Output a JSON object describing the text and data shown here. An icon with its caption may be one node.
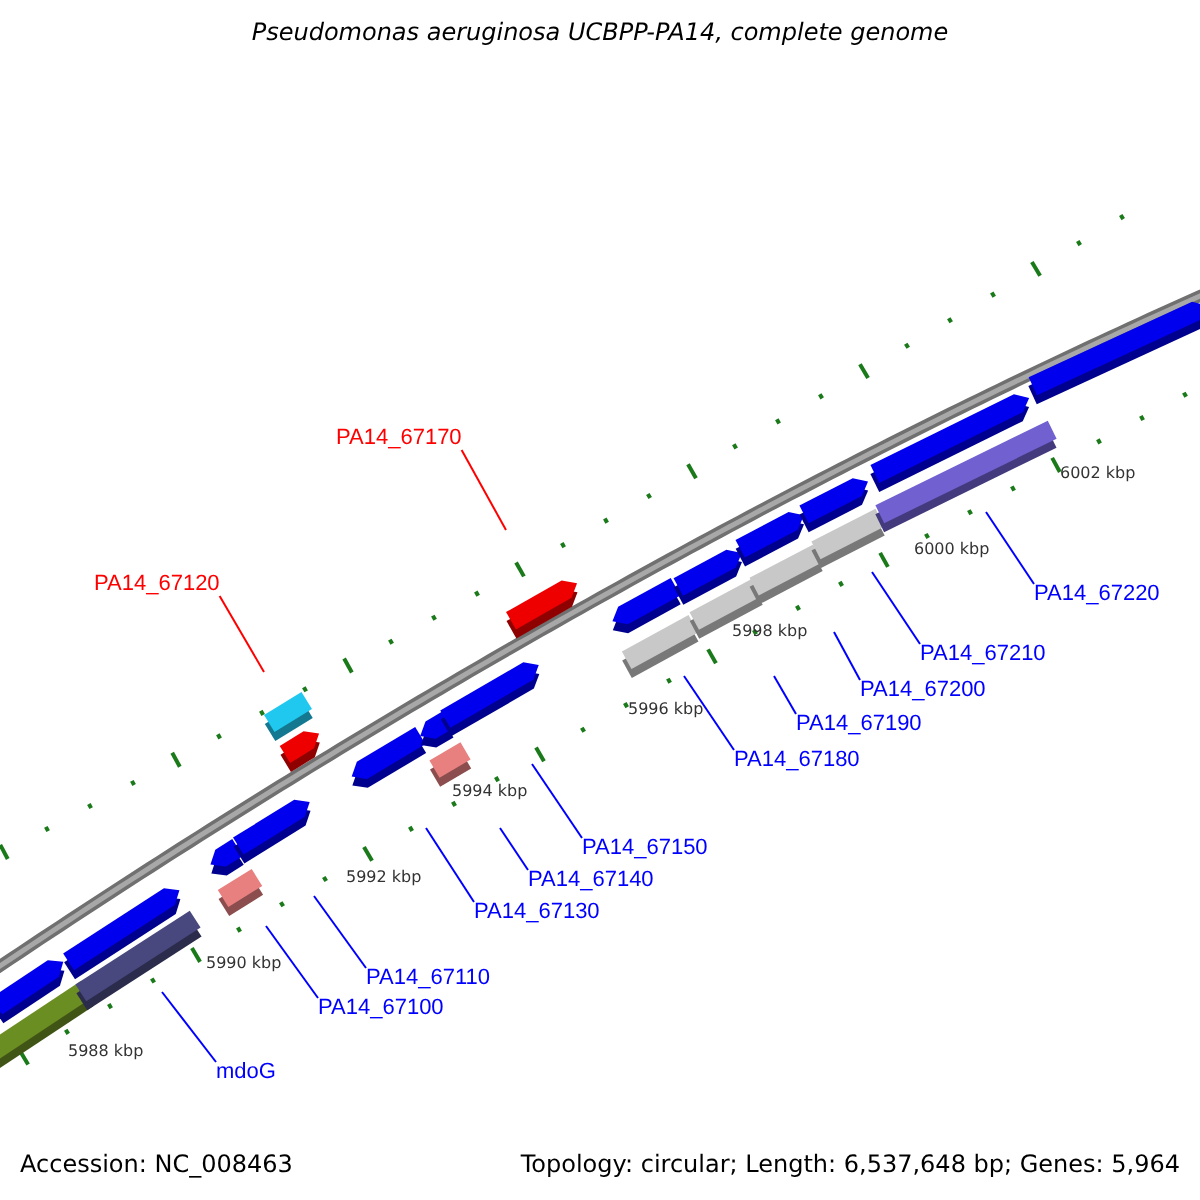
{
  "diagram": {
    "title": "Pseudomonas aeruginosa UCBPP-PA14, complete genome",
    "nodes": [
      {
        "text": [
          "PA14_67170"
        ]
      },
      {
        "text": [
          "PA14_67120"
        ]
      },
      {
        "text": [
          "PA14_67220"
        ]
      },
      {
        "text": [
          "PA14_67210"
        ]
      },
      {
        "text": [
          "PA14_67200"
        ]
      },
      {
        "text": [
          "PA14_67190"
        ]
      },
      {
        "text": [
          "PA14_67180"
        ]
      },
      {
        "text": [
          "PA14_67150"
        ]
      },
      {
        "text": [
          "PA14_67140"
        ]
      },
      {
        "text": [
          "PA14_67130"
        ]
      },
      {
        "text": [
          "PA14_67110"
        ]
      },
      {
        "text": [
          "PA14_67100"
        ]
      },
      {
        "text": [
          "mdoG"
        ]
      }
    ],
    "edges": [
      {
        "from": 0,
        "to": null,
        "arrow": "none",
        "color": "#ff0000"
      },
      {
        "from": 1,
        "to": null,
        "arrow": "none",
        "color": "#ff0000"
      },
      {
        "from": 2,
        "to": null,
        "arrow": "none"
      },
      {
        "from": 3,
        "to": null,
        "arrow": "none"
      },
      {
        "from": 4,
        "to": null,
        "arrow": "none"
      },
      {
        "from": 5,
        "to": null,
        "arrow": "none"
      },
      {
        "from": 6,
        "to": null,
        "arrow": "none"
      },
      {
        "from": 7,
        "to": null,
        "arrow": "none"
      },
      {
        "from": 8,
        "to": null,
        "arrow": "none"
      },
      {
        "from": 9,
        "to": null,
        "arrow": "none"
      },
      {
        "from": 10,
        "to": null,
        "arrow": "none"
      },
      {
        "from": 11,
        "to": null,
        "arrow": "none"
      },
      {
        "from": 12,
        "to": null,
        "arrow": "none"
      }
    ],
    "labels": [
      "6002 kbp",
      "6000 kbp",
      "5998 kbp",
      "5996 kbp",
      "5994 kbp",
      "5992 kbp",
      "5990 kbp",
      "5988 kbp",
      "Accession: NC_008463",
      "Topology: circular; Length: 6,537,648 bp; Genes: 5,964"
    ]
  }
}
